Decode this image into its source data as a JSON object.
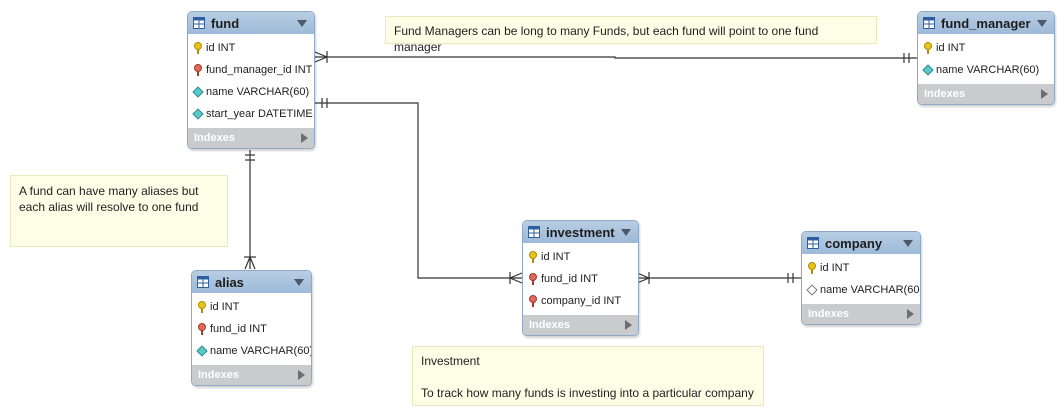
{
  "tables": {
    "fund": {
      "name": "fund",
      "columns": [
        {
          "icon": "primary-key",
          "text": "id INT"
        },
        {
          "icon": "foreign-key",
          "text": "fund_manager_id INT"
        },
        {
          "icon": "column",
          "text": "name VARCHAR(60)"
        },
        {
          "icon": "column",
          "text": "start_year DATETIME"
        }
      ],
      "indexes_label": "Indexes"
    },
    "fund_manager": {
      "name": "fund_manager",
      "columns": [
        {
          "icon": "primary-key",
          "text": "id INT"
        },
        {
          "icon": "column",
          "text": "name VARCHAR(60)"
        }
      ],
      "indexes_label": "Indexes"
    },
    "alias": {
      "name": "alias",
      "columns": [
        {
          "icon": "primary-key",
          "text": "id INT"
        },
        {
          "icon": "foreign-key",
          "text": "fund_id INT"
        },
        {
          "icon": "column",
          "text": "name VARCHAR(60)"
        }
      ],
      "indexes_label": "Indexes"
    },
    "investment": {
      "name": "investment",
      "columns": [
        {
          "icon": "primary-key",
          "text": "id INT"
        },
        {
          "icon": "foreign-key",
          "text": "fund_id INT"
        },
        {
          "icon": "foreign-key",
          "text": "company_id INT"
        }
      ],
      "indexes_label": "Indexes"
    },
    "company": {
      "name": "company",
      "columns": [
        {
          "icon": "primary-key",
          "text": "id INT"
        },
        {
          "icon": "column-nullable",
          "text": "name VARCHAR(60)"
        }
      ],
      "indexes_label": "Indexes"
    }
  },
  "notes": {
    "manager": "Fund Managers can be long to many Funds, but each fund will point to one fund manager",
    "alias_line1": "A fund can have many aliases but",
    "alias_line2": "each alias will resolve to one fund",
    "investment_title": "Investment",
    "investment_desc": "To track how many funds is investing into a particular company"
  },
  "colors": {
    "header": "#9dbad8",
    "indexes_bar": "#c9cbcd",
    "note_bg": "#fefde6",
    "connector": "#333333"
  }
}
